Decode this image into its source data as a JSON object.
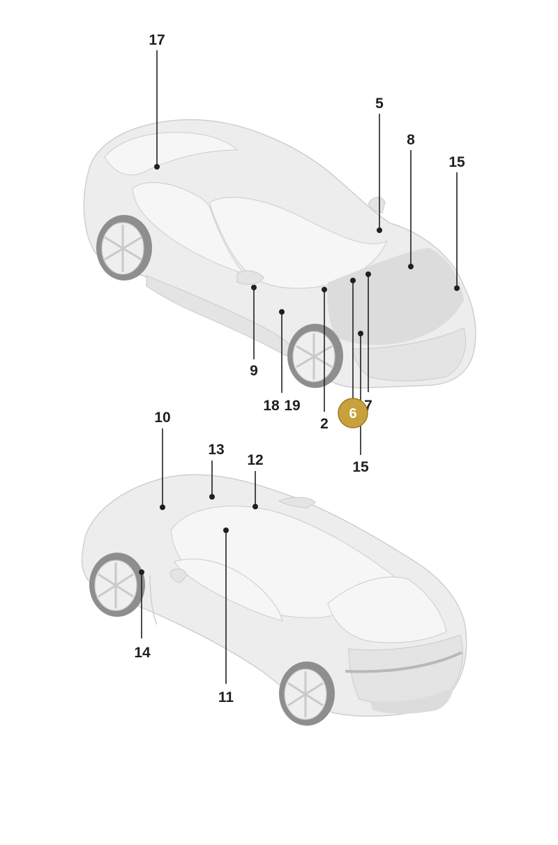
{
  "colors": {
    "highlight_fill": "#c9a13c",
    "highlight_stroke": "#9a7a24",
    "label_text": "#1f1f1f",
    "car_body": "#ededed"
  },
  "callouts": {
    "c17": "17",
    "c5": "5",
    "c8": "8",
    "c15_top": "15",
    "c9": "9",
    "c18": "18",
    "c19": "19",
    "c2": "2",
    "c6": "6",
    "c7": "7",
    "c15_bottom": "15",
    "c10": "10",
    "c13": "13",
    "c12": "12",
    "c14": "14",
    "c11": "11"
  },
  "selected_callout": "6"
}
